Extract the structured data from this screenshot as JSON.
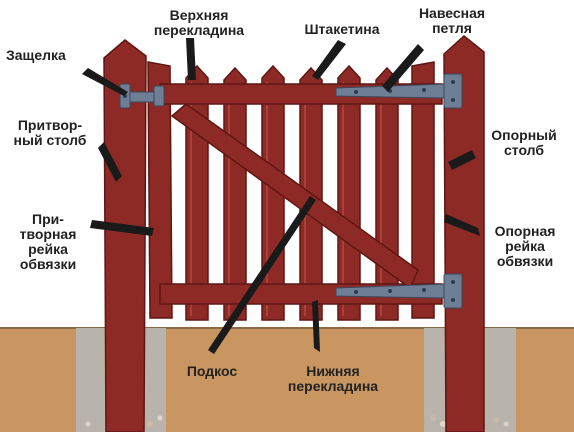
{
  "colors": {
    "wood": "#8e2a25",
    "wood_dark": "#5e1613",
    "wood_light": "#a9403a",
    "ground": "#c99661",
    "concrete": "#b8b3ab",
    "hinge": "#6e7f95",
    "leader": "#1a1a1a"
  },
  "labels": {
    "latch": "Защелка",
    "top_rail": "Верхняя\nперекладина",
    "picket": "Штакетина",
    "hinge": "Навесная\nпетля",
    "latch_post": "Притвор-\nный столб",
    "hinge_post": "Опорный\nстолб",
    "latch_stile": "При-\nтворная\nрейка\nобвязки",
    "hinge_stile": "Опорная\nрейка\nобвязки",
    "brace": "Подкос",
    "bottom_rail": "Нижняя\nперекладина"
  }
}
